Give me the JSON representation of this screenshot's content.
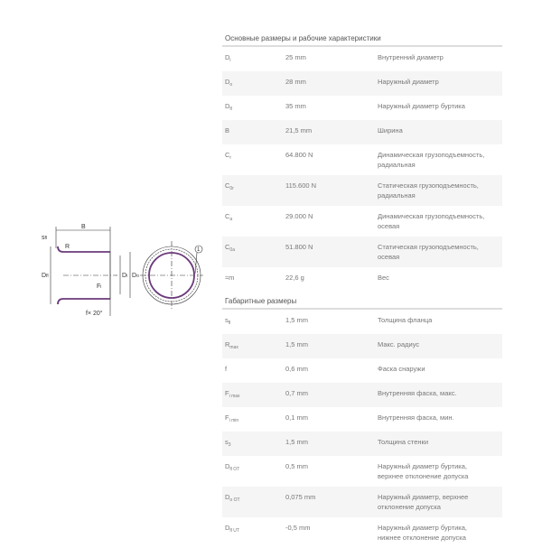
{
  "main_table": {
    "title": "Основные размеры и рабочие характеристики",
    "rows": [
      {
        "sym": "D",
        "sub": "i",
        "value": "25 mm",
        "desc": "Внутренний диаметр"
      },
      {
        "sym": "D",
        "sub": "o",
        "value": "28 mm",
        "desc": "Наружный диаметр"
      },
      {
        "sym": "D",
        "sub": "fl",
        "value": "35 mm",
        "desc": "Наружный диаметр буртика"
      },
      {
        "sym": "B",
        "sub": "",
        "value": "21,5 mm",
        "desc": "Ширина"
      },
      {
        "sym": "C",
        "sub": "r",
        "value": "64.800 N",
        "desc": "Динамическая грузоподъемность,\nрадиальная"
      },
      {
        "sym": "C",
        "sub": "0r",
        "value": "115.600 N",
        "desc": "Статическая грузоподъемность,\nрадиальная"
      },
      {
        "sym": "C",
        "sub": "a",
        "value": "29.000 N",
        "desc": "Динамическая грузоподъемность,\nосевая"
      },
      {
        "sym": "C",
        "sub": "0a",
        "value": "51.800 N",
        "desc": "Статическая грузоподъемность,\nосевая"
      },
      {
        "sym": "≈m",
        "sub": "",
        "value": "22,6 g",
        "desc": "Вес"
      }
    ]
  },
  "dim_table": {
    "title": "Габаритные размеры",
    "rows": [
      {
        "sym": "s",
        "sub": "fl",
        "value": "1,5 mm",
        "desc": "Толщина фланца"
      },
      {
        "sym": "R",
        "sub": "max",
        "value": "1,5 mm",
        "desc": "Макс. радиус"
      },
      {
        "sym": "f",
        "sub": "",
        "value": "0,6 mm",
        "desc": "Фаска снаружи"
      },
      {
        "sym": "F",
        "sub": "i max",
        "value": "0,7 mm",
        "desc": "Внутренняя фаска, макс."
      },
      {
        "sym": "F",
        "sub": "i min",
        "value": "0,1 mm",
        "desc": "Внутренняя фаска, мин."
      },
      {
        "sym": "s",
        "sub": "3",
        "value": "1,5 mm",
        "desc": "Толщина стенки"
      },
      {
        "sym": "D",
        "sub": "fl OT",
        "value": "0,5 mm",
        "desc": "Наружный диаметр буртика,\nверхнее отклонение допуска"
      },
      {
        "sym": "D",
        "sub": "o OT",
        "value": "0,075 mm",
        "desc": "Наружный диаметр, верхнее\nотклонение допуска"
      },
      {
        "sym": "D",
        "sub": "fl UT",
        "value": "-0,5 mm",
        "desc": "Наружный диаметр буртика,\nнижнее отклонение допуска"
      }
    ]
  },
  "drawing": {
    "labels": {
      "B": "B",
      "sfl": "s",
      "sfl_sub": "fl",
      "R": "R",
      "Dfl": "D",
      "Dfl_sub": "fl",
      "Di": "D",
      "Di_sub": "i",
      "Do": "D",
      "Do_sub": "o",
      "Fi": "F",
      "Fi_sub": "i",
      "chamfer": "f× 20°",
      "callout": "1"
    },
    "liner_color": "#6b3a7a"
  }
}
